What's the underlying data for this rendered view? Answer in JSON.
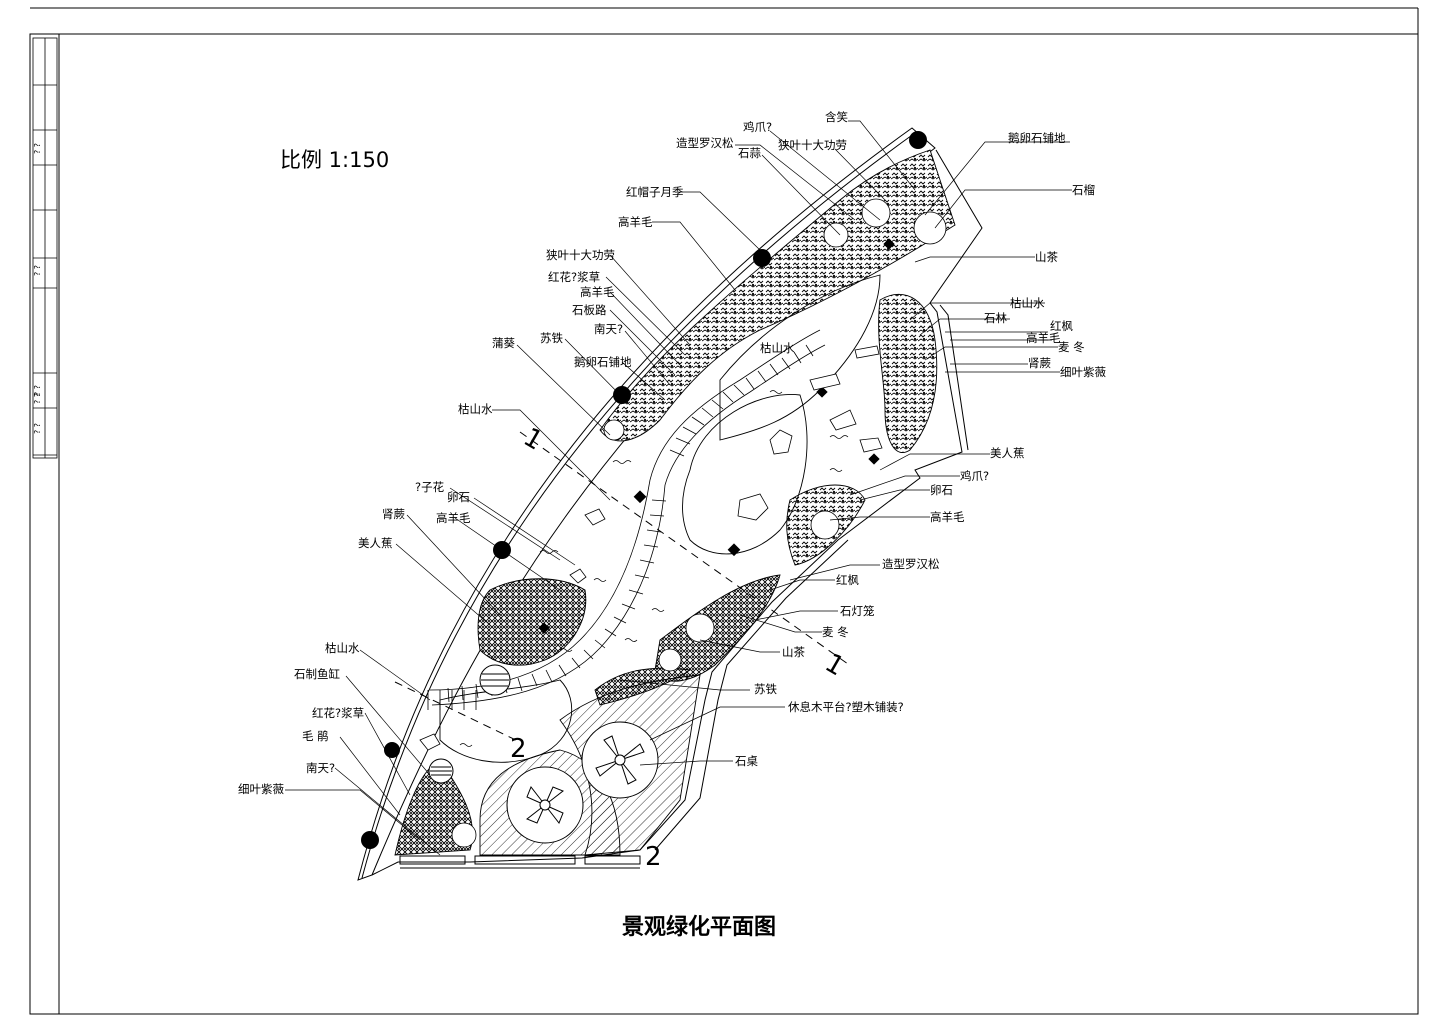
{
  "drawing": {
    "scale": "比例 1:150",
    "title": "景观绿化平面图",
    "section_marks": [
      "1",
      "1",
      "2",
      "2"
    ]
  },
  "title_block": {
    "marks": [
      "? ?",
      "? ?",
      "? ?",
      "? ?",
      "? ?"
    ]
  },
  "labels": {
    "l01": "含笑",
    "l02": "鸡爪?",
    "l03": "造型罗汉松",
    "l04": "狭叶十大功劳",
    "l05": "石蒜",
    "l06": "鹅卵石铺地",
    "l07": "石榴",
    "l08": "红帽子月季",
    "l09": "山茶",
    "l10": "高羊毛",
    "l11": "狭叶十大功劳",
    "l12": "红花?浆草",
    "l13": "高羊毛",
    "l14": "石板路",
    "l15": "南天?",
    "l16": "苏铁",
    "l17": "鹅卵石铺地",
    "l18": "蒲葵",
    "l19": "枯山水",
    "l20": "枯山水",
    "l21": "石林",
    "l22": "红枫",
    "l23": "高羊毛",
    "l24": "麦 冬",
    "l25": "肾蕨",
    "l26": "细叶紫薇",
    "l27": "枯山水",
    "l28": "卵石",
    "l29": "?子花",
    "l30": "肾蕨",
    "l31": "高羊毛",
    "l32": "美人蕉",
    "l33": "美人蕉",
    "l34": "鸡爪?",
    "l35": "卵石",
    "l36": "高羊毛",
    "l37": "造型罗汉松",
    "l38": "红枫",
    "l39": "石灯笼",
    "l40": "麦 冬",
    "l41": "山茶",
    "l42": "枯山水",
    "l43": "石制鱼缸",
    "l44": "红花?浆草",
    "l45": "毛 鹃",
    "l46": "南天?",
    "l47": "细叶紫薇",
    "l48": "苏铁",
    "l49": "休息木平台?塑木铺装?",
    "l50": "石桌"
  }
}
